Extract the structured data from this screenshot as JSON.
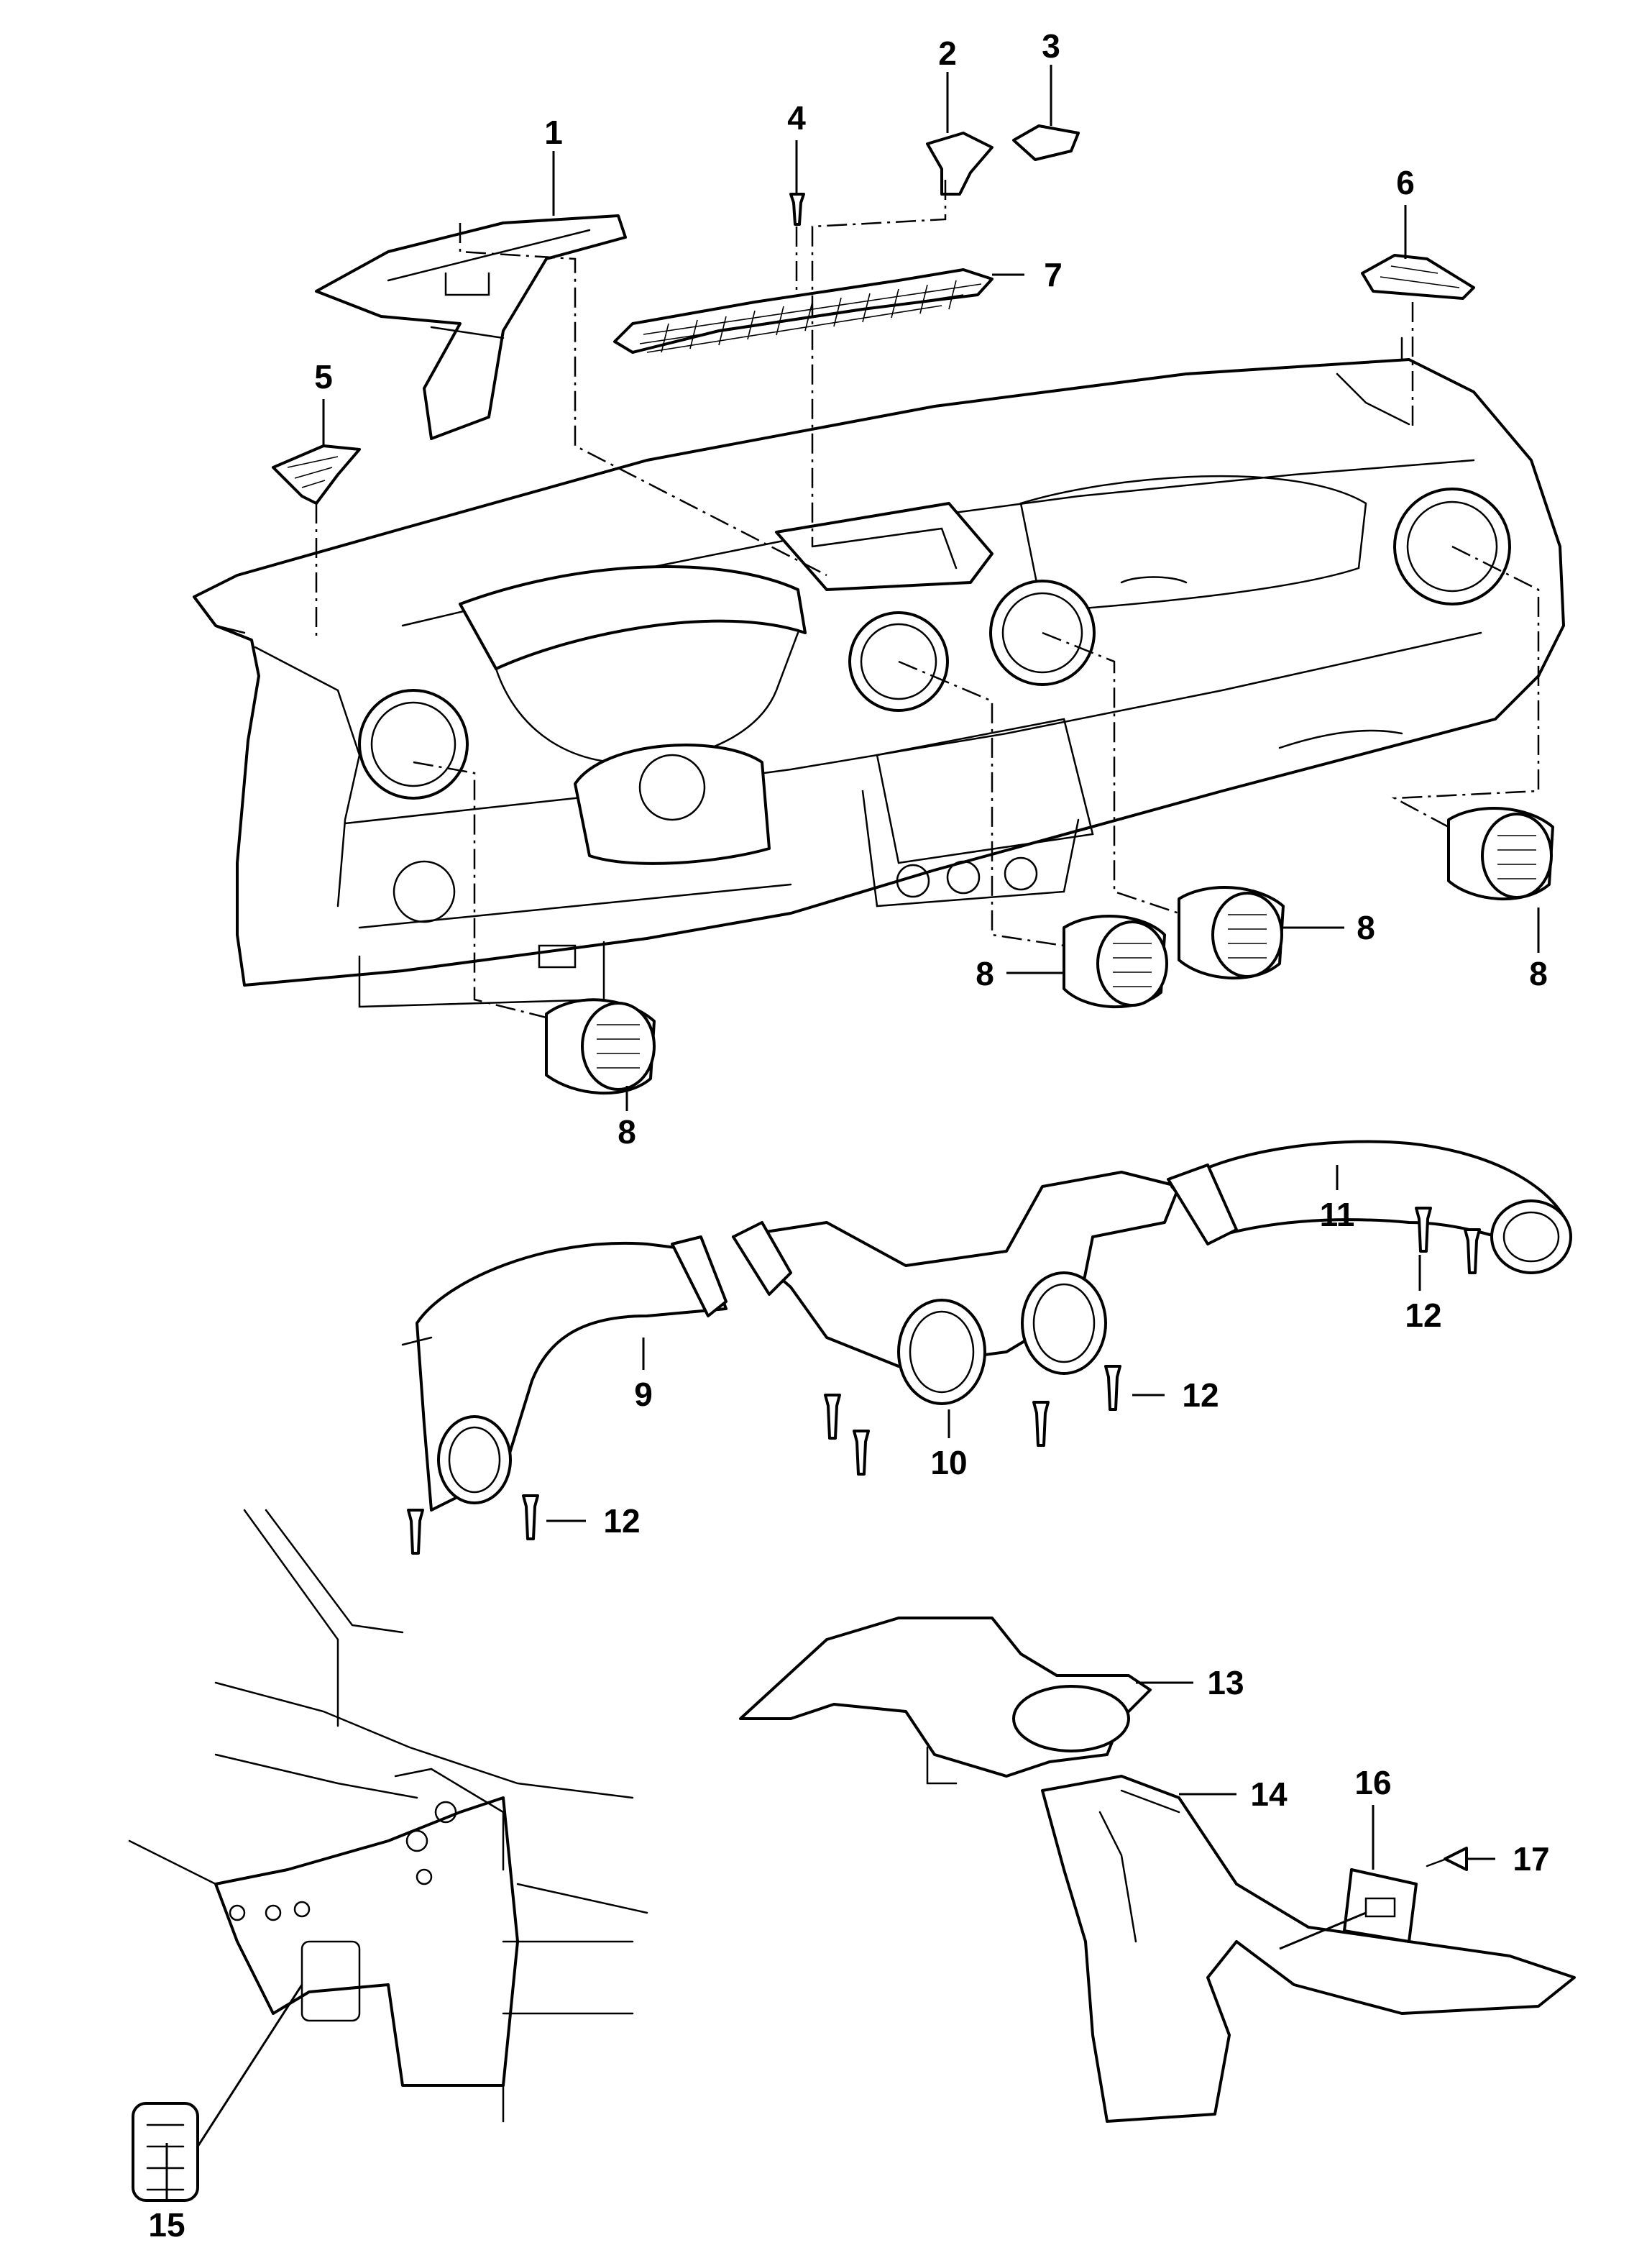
{
  "diagram": {
    "colors": {
      "line": "#000000",
      "background": "#ffffff"
    },
    "callouts": {
      "c1": "1",
      "c2": "2",
      "c3": "3",
      "c4": "4",
      "c5": "5",
      "c6": "6",
      "c7": "7",
      "c8a": "8",
      "c8b": "8",
      "c8c": "8",
      "c8d": "8",
      "c9": "9",
      "c10": "10",
      "c11": "11",
      "c12a": "12",
      "c12b": "12",
      "c12c": "12",
      "c13": "13",
      "c14": "14",
      "c15": "15",
      "c16": "16",
      "c17": "17"
    }
  }
}
